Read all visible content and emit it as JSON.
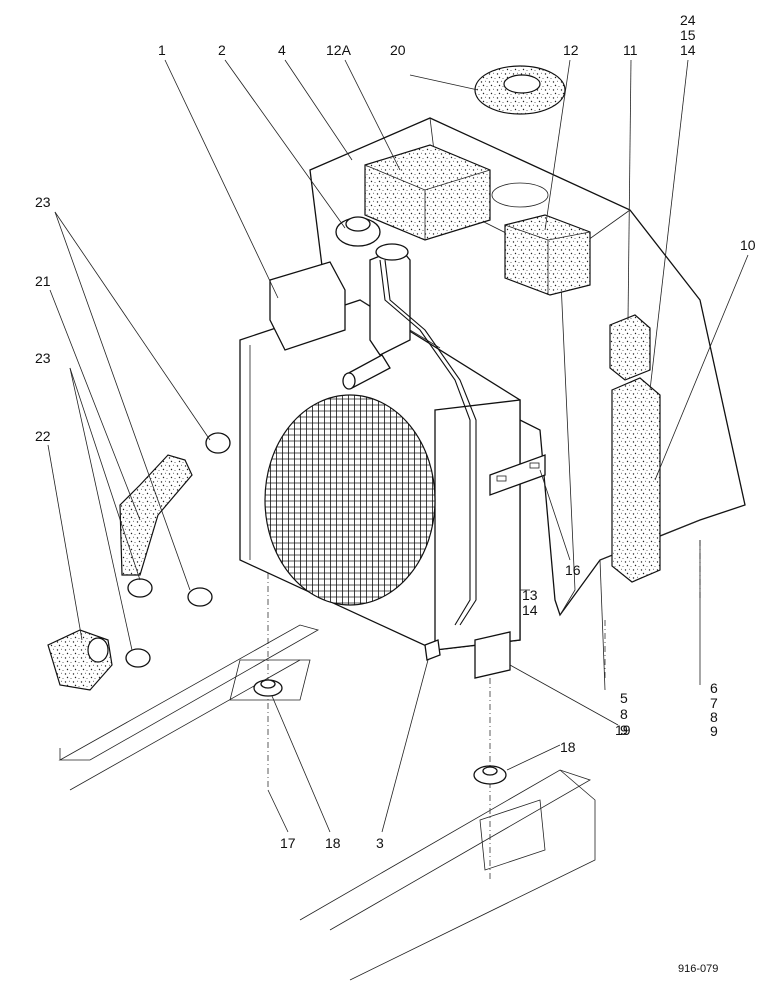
{
  "labels": {
    "c1": "1",
    "c2": "2",
    "c4": "4",
    "c12a": "12A",
    "c20": "20",
    "c12": "12",
    "c11": "11",
    "c24": "24",
    "c15": "15",
    "c14a": "14",
    "c10": "10",
    "c23a": "23",
    "c21": "21",
    "c23b": "23",
    "c22": "22",
    "c16": "16",
    "c13": "13",
    "c14b": "14",
    "c19": "19",
    "c5": "5",
    "c8a": "8",
    "c9a": "9",
    "c6": "6",
    "c7": "7",
    "c8b": "8",
    "c9b": "9",
    "c18a": "18",
    "c17": "17",
    "c18b": "18",
    "c3": "3"
  },
  "reference": "916-079"
}
